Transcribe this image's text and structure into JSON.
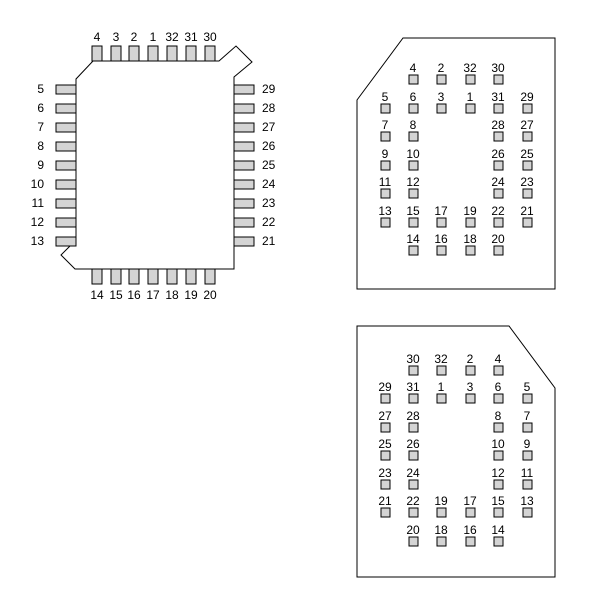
{
  "colors": {
    "pad_fill": "#d4d4d4",
    "outline": "#000000",
    "background": "#ffffff"
  },
  "plcc": {
    "top_pins": [
      "4",
      "3",
      "2",
      "1",
      "32",
      "31",
      "30"
    ],
    "left_pins": [
      "5",
      "6",
      "7",
      "8",
      "9",
      "10",
      "11",
      "12",
      "13"
    ],
    "right_pins": [
      "29",
      "28",
      "27",
      "26",
      "25",
      "24",
      "23",
      "22",
      "21"
    ],
    "bottom_pins": [
      "14",
      "15",
      "16",
      "17",
      "18",
      "19",
      "20"
    ]
  },
  "lcc_top_view": {
    "rows": [
      [
        "",
        "4",
        "2",
        "32",
        "30",
        ""
      ],
      [
        "5",
        "6",
        "3",
        "1",
        "31",
        "29"
      ],
      [
        "7",
        "8",
        "",
        "",
        "28",
        "27"
      ],
      [
        "9",
        "10",
        "",
        "",
        "26",
        "25"
      ],
      [
        "11",
        "12",
        "",
        "",
        "24",
        "23"
      ],
      [
        "13",
        "15",
        "17",
        "19",
        "22",
        "21"
      ],
      [
        "",
        "14",
        "16",
        "18",
        "20",
        ""
      ]
    ]
  },
  "lcc_bottom_view": {
    "rows": [
      [
        "",
        "30",
        "32",
        "2",
        "4",
        ""
      ],
      [
        "29",
        "31",
        "1",
        "3",
        "6",
        "5"
      ],
      [
        "27",
        "28",
        "",
        "",
        "8",
        "7"
      ],
      [
        "25",
        "26",
        "",
        "",
        "10",
        "9"
      ],
      [
        "23",
        "24",
        "",
        "",
        "12",
        "11"
      ],
      [
        "21",
        "22",
        "19",
        "17",
        "15",
        "13"
      ],
      [
        "",
        "20",
        "18",
        "16",
        "14",
        ""
      ]
    ]
  }
}
